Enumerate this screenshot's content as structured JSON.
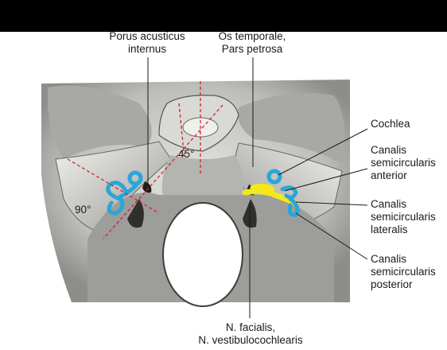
{
  "labels": {
    "porus_line1": "Porus acusticus",
    "porus_line2": "internus",
    "os_line1": "Os temporale,",
    "os_line2": "Pars petrosa",
    "cochlea": "Cochlea",
    "canalis_anterior_l1": "Canalis",
    "canalis_anterior_l2": "semicircularis",
    "canalis_anterior_l3": "anterior",
    "canalis_lateralis_l1": "Canalis",
    "canalis_lateralis_l2": "semicircularis",
    "canalis_lateralis_l3": "lateralis",
    "canalis_posterior_l1": "Canalis",
    "canalis_posterior_l2": "semicircularis",
    "canalis_posterior_l3": "posterior",
    "nerve_line1": "N. facialis,",
    "nerve_line2": "N. vestibulocochlearis"
  },
  "angles": {
    "angle_45": "45°",
    "angle_90": "90°"
  },
  "colors": {
    "bone": "#cfcfcc",
    "bone_dark": "#6e6e6a",
    "labyrinth_blue": "#2aa6d8",
    "nerve_yellow": "#f2e81a",
    "axis_red": "#d2232a"
  }
}
